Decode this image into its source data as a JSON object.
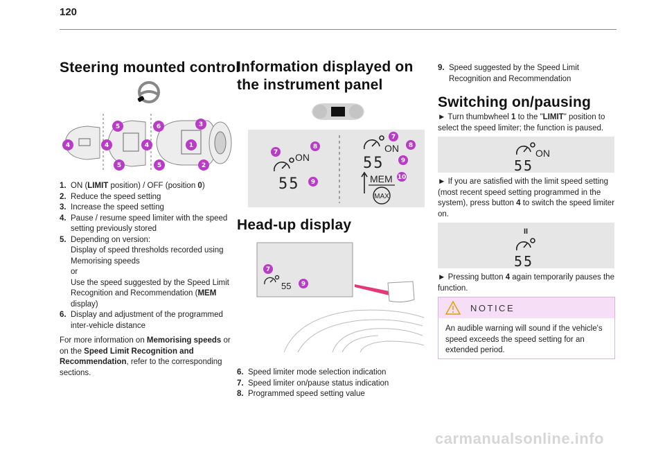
{
  "page": {
    "number": "120"
  },
  "col1": {
    "title": "Steering mounted control",
    "items": [
      {
        "num": "1.",
        "parts": [
          {
            "t": "ON ("
          },
          {
            "t": "LIMIT",
            "b": true
          },
          {
            "t": " position) / OFF (position "
          },
          {
            "t": "0",
            "b": true
          },
          {
            "t": ")"
          }
        ]
      },
      {
        "num": "2.",
        "parts": [
          {
            "t": "Reduce the speed setting"
          }
        ]
      },
      {
        "num": "3.",
        "parts": [
          {
            "t": "Increase the speed setting"
          }
        ]
      },
      {
        "num": "4.",
        "parts": [
          {
            "t": "Pause / resume speed limiter with the speed setting previously stored"
          }
        ]
      },
      {
        "num": "5.",
        "parts": [
          {
            "t": "Depending on version:"
          },
          {
            "br": true
          },
          {
            "t": "Display of speed thresholds recorded using Memorising speeds"
          },
          {
            "br": true
          },
          {
            "t": "or"
          },
          {
            "br": true
          },
          {
            "t": "Use the speed suggested by the Speed Limit Recognition and Recommendation ("
          },
          {
            "t": "MEM",
            "b": true
          },
          {
            "t": " display)"
          }
        ]
      },
      {
        "num": "6.",
        "parts": [
          {
            "t": "Display and adjustment of the programmed inter-vehicle distance"
          }
        ]
      }
    ],
    "more_info": [
      {
        "t": "For more information on "
      },
      {
        "t": "Memorising speeds",
        "b": true
      },
      {
        "t": " or on the "
      },
      {
        "t": "Speed Limit Recognition and Recommendation",
        "b": true
      },
      {
        "t": ", refer to the corresponding sections."
      }
    ],
    "callouts": [
      "4",
      "5",
      "4",
      "5",
      "6",
      "4",
      "5",
      "3",
      "1",
      "2"
    ]
  },
  "col2": {
    "title": "Information displayed on the instrument panel",
    "panel": {
      "on": "ON",
      "speed": "55",
      "mem": "MEM",
      "max": "MAX",
      "callouts_left": [
        "7",
        "8",
        "9"
      ],
      "callouts_right": [
        "7",
        "8",
        "9",
        "10"
      ]
    },
    "hud_title": "Head-up display",
    "hud": {
      "speed": "55",
      "callouts": [
        "7",
        "9"
      ]
    },
    "items": [
      {
        "num": "6.",
        "text": "Speed limiter mode selection indication"
      },
      {
        "num": "7.",
        "text": "Speed limiter on/pause status indication"
      },
      {
        "num": "8.",
        "text": "Programmed speed setting value"
      }
    ]
  },
  "col3": {
    "item9": {
      "num": "9.",
      "text": "Speed suggested by the Speed Limit Recognition and Recommendation"
    },
    "title": "Switching on/pausing",
    "p1": [
      {
        "t": "► "
      },
      {
        "t": "Turn thumbwheel "
      },
      {
        "t": "1",
        "b": true
      },
      {
        "t": " to the \""
      },
      {
        "t": "LIMIT",
        "b": true
      },
      {
        "t": "\" position to select the speed limiter; the function is paused."
      }
    ],
    "d1": {
      "on": "ON",
      "speed": "55"
    },
    "p2": [
      {
        "t": "► "
      },
      {
        "t": "If you are satisfied with the limit speed setting (most recent speed setting programmed in the system), press button "
      },
      {
        "t": "4",
        "b": true
      },
      {
        "t": " to switch the speed limiter on."
      }
    ],
    "d2": {
      "pause": "II",
      "speed": "55"
    },
    "p3": [
      {
        "t": "► "
      },
      {
        "t": "Pressing button "
      },
      {
        "t": "4",
        "b": true
      },
      {
        "t": " again temporarily pauses the function."
      }
    ],
    "notice": {
      "label": "NOTICE",
      "text": "An audible warning will sound if the vehicle's speed exceeds the speed setting for an extended period."
    }
  },
  "colors": {
    "callout": "#b93cc7",
    "panel_bg": "#e6e6e6",
    "notice_head": "#f6dff6",
    "hud_beam": "#e23a78"
  },
  "watermark": "carmanualsonline.info"
}
